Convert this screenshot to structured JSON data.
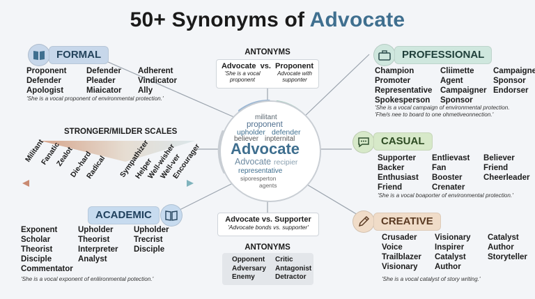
{
  "title": {
    "prefix": "50+ Synonyms of ",
    "accent": "Advocate"
  },
  "colors": {
    "formal": "#c7d7ea",
    "professional": "#cfe7de",
    "casual": "#d7e9c9",
    "academic": "#c7dbef",
    "creative": "#f0dcc8",
    "accent": "#3f6f8f"
  },
  "formal": {
    "label": "FORMAL",
    "icon": "book-icon",
    "words": [
      "Proponent",
      "Defender",
      "Adherent",
      "Defender",
      "Pleader",
      "Vindicator",
      "Apologist",
      "Miaicator",
      "Ally"
    ],
    "example": "'She is a vocal proponent of environmental protection.'"
  },
  "professional": {
    "label": "PROFESSIONAL",
    "icon": "briefcase-icon",
    "words": [
      "Champion",
      "Cliimette",
      "Campaigner",
      "Promoter",
      "Agent",
      "Sponsor",
      "Representative",
      "Campaigner",
      "Endorser",
      "Spokesperson",
      "Sponsor",
      ""
    ],
    "example": "'She is a vocal campaign of environmental protection.",
    "example2": "'Fhe/s nee to board to one ohmetiveonnection.'"
  },
  "casual": {
    "label": "CASUAL",
    "icon": "chat-icon",
    "words": [
      "Supporter",
      "Entlievast",
      "Believer",
      "Backer",
      "Fan",
      "Friend",
      "Enthusiast",
      "Booster",
      "Cheerleader",
      "Friend",
      "Crenater",
      ""
    ],
    "example": "'She is a vocal boaporter of environmental protection.'"
  },
  "academic": {
    "label": "ACADEMIC",
    "icon": "open-book-icon",
    "words": [
      "Exponent",
      "Upholder",
      "Upholder",
      "Scholar",
      "Theorist",
      "Trecrist",
      "Theorist",
      "Interpreter",
      "Disciple",
      "Disciple",
      "Analyst",
      "",
      "Commentator",
      "",
      ""
    ],
    "example": "'She is a vocal exponent of enliironmental potection.'"
  },
  "creative": {
    "label": "CREATIVE",
    "icon": "pen-icon",
    "words": [
      "Crusader",
      "Visionary",
      "Catalyst",
      "Voice",
      "Inspirer",
      "Author",
      "Trailblazer",
      "Catalyst",
      "Storyteller",
      "Visionary",
      "Author",
      ""
    ],
    "example": "'She is a vocal catalyst of story writing.'"
  },
  "antonyms_top": {
    "heading": "ANTONYMS",
    "vs_label": "Advocate  vs.  Proponent",
    "left_example": "'She is a vocal proponent",
    "right_example": "Advocate with supponter"
  },
  "scales": {
    "heading": "STRONGER/MILDER SCALES",
    "words": [
      "Militant",
      "Fanatic",
      "Zealot",
      "Die-hard",
      "Radical",
      "Sympathizer",
      "Helper",
      "Well-wisher",
      "Well-ver",
      "Encourager"
    ]
  },
  "center": {
    "main": "Advocate",
    "cloud": [
      "militant",
      "proponent",
      "upholder",
      "defender",
      "believer",
      "inpternital",
      "Advocate",
      "recipier",
      "representative",
      "siporesperton",
      "agents"
    ]
  },
  "supporter_box": {
    "title": "Advocate vs. Supporter",
    "example": "'Advocate bonds vs. supporter'"
  },
  "antonyms_bottom": {
    "heading": "ANTONYMS",
    "words": [
      "Opponent",
      "Critic",
      "Adversary",
      "Antagonist",
      "Enemy",
      "Detractor"
    ]
  }
}
